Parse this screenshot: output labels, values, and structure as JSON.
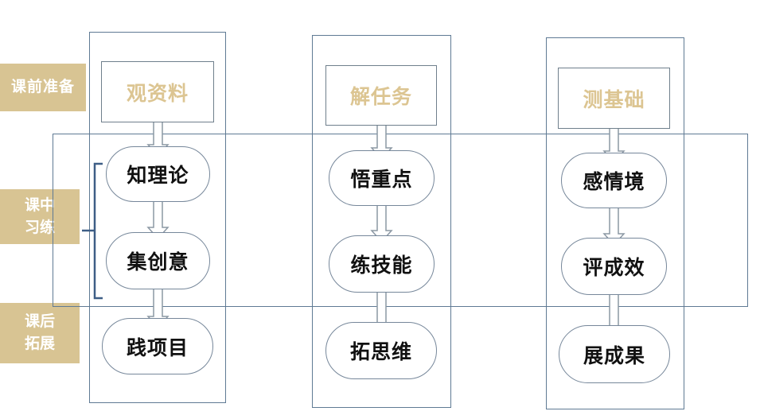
{
  "stages": {
    "pre": "课前准备",
    "in_line1": "课中",
    "in_line2": "习练",
    "post_line1": "课后",
    "post_line2": "拓展"
  },
  "columns": [
    {
      "top": "观资料",
      "steps": [
        "知理论",
        "集创意",
        "践项目"
      ]
    },
    {
      "top": "解任务",
      "steps": [
        "悟重点",
        "练技能",
        "拓思维"
      ]
    },
    {
      "top": "测基础",
      "steps": [
        "感情境",
        "评成效",
        "展成果"
      ]
    }
  ],
  "colors": {
    "stage_fill": "#d8c493",
    "top_text": "#dcc592",
    "frame": "#5f7a94",
    "arrow_fill": "#ffffff",
    "arrow_stroke": "#8c98a4",
    "bracket": "#3e5e86"
  }
}
